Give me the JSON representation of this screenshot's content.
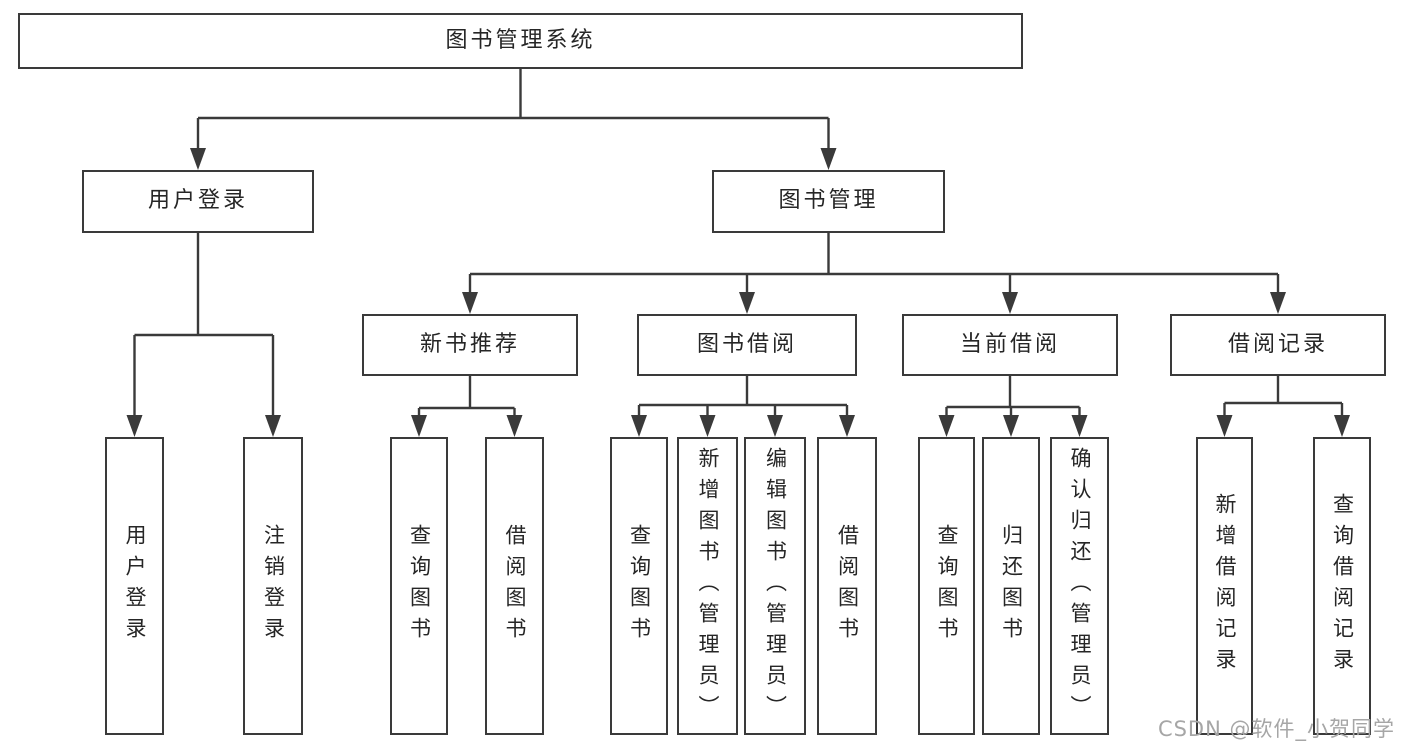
{
  "diagram_title": "图书管理系统",
  "watermark": "CSDN @软件_小贺同学",
  "colors": {
    "line": "#3a3a3a",
    "text": "#262626",
    "box-bg": "#ffffff",
    "watermark": "#a6a6a6",
    "bg": "#ffffff"
  },
  "nodes": {
    "root": {
      "label": "图书管理系统"
    },
    "user_login": {
      "label": "用户登录"
    },
    "book_management": {
      "label": "图书管理"
    },
    "new_book_recommend": {
      "label": "新书推荐"
    },
    "book_borrow": {
      "label": "图书借阅"
    },
    "current_borrow": {
      "label": "当前借阅"
    },
    "borrow_record": {
      "label": "借阅记录"
    },
    "login_user": {
      "label": "用户登录"
    },
    "login_logout": {
      "label": "注销登录"
    },
    "recommend_query_book": {
      "label": "查询图书"
    },
    "recommend_borrow_book": {
      "label": "借阅图书"
    },
    "borrow_query_book": {
      "label": "查询图书"
    },
    "borrow_add_book": {
      "label": "新增图书（管理员）"
    },
    "borrow_edit_book": {
      "label": "编辑图书（管理员）"
    },
    "borrow_borrow_book": {
      "label": "借阅图书"
    },
    "current_query_book": {
      "label": "查询图书"
    },
    "current_return_book": {
      "label": "归还图书"
    },
    "current_confirm_return": {
      "label": "确认归还（管理员）"
    },
    "record_add": {
      "label": "新增借阅记录"
    },
    "record_query": {
      "label": "查询借阅记录"
    }
  },
  "hierarchy": {
    "图书管理系统": [
      "用户登录",
      "图书管理"
    ],
    "用户登录": [
      "用户登录",
      "注销登录"
    ],
    "图书管理": [
      "新书推荐",
      "图书借阅",
      "当前借阅",
      "借阅记录"
    ],
    "新书推荐": [
      "查询图书",
      "借阅图书"
    ],
    "图书借阅": [
      "查询图书",
      "新增图书（管理员）",
      "编辑图书（管理员）",
      "借阅图书"
    ],
    "当前借阅": [
      "查询图书",
      "归还图书",
      "确认归还（管理员）"
    ],
    "借阅记录": [
      "新增借阅记录",
      "查询借阅记录"
    ]
  }
}
